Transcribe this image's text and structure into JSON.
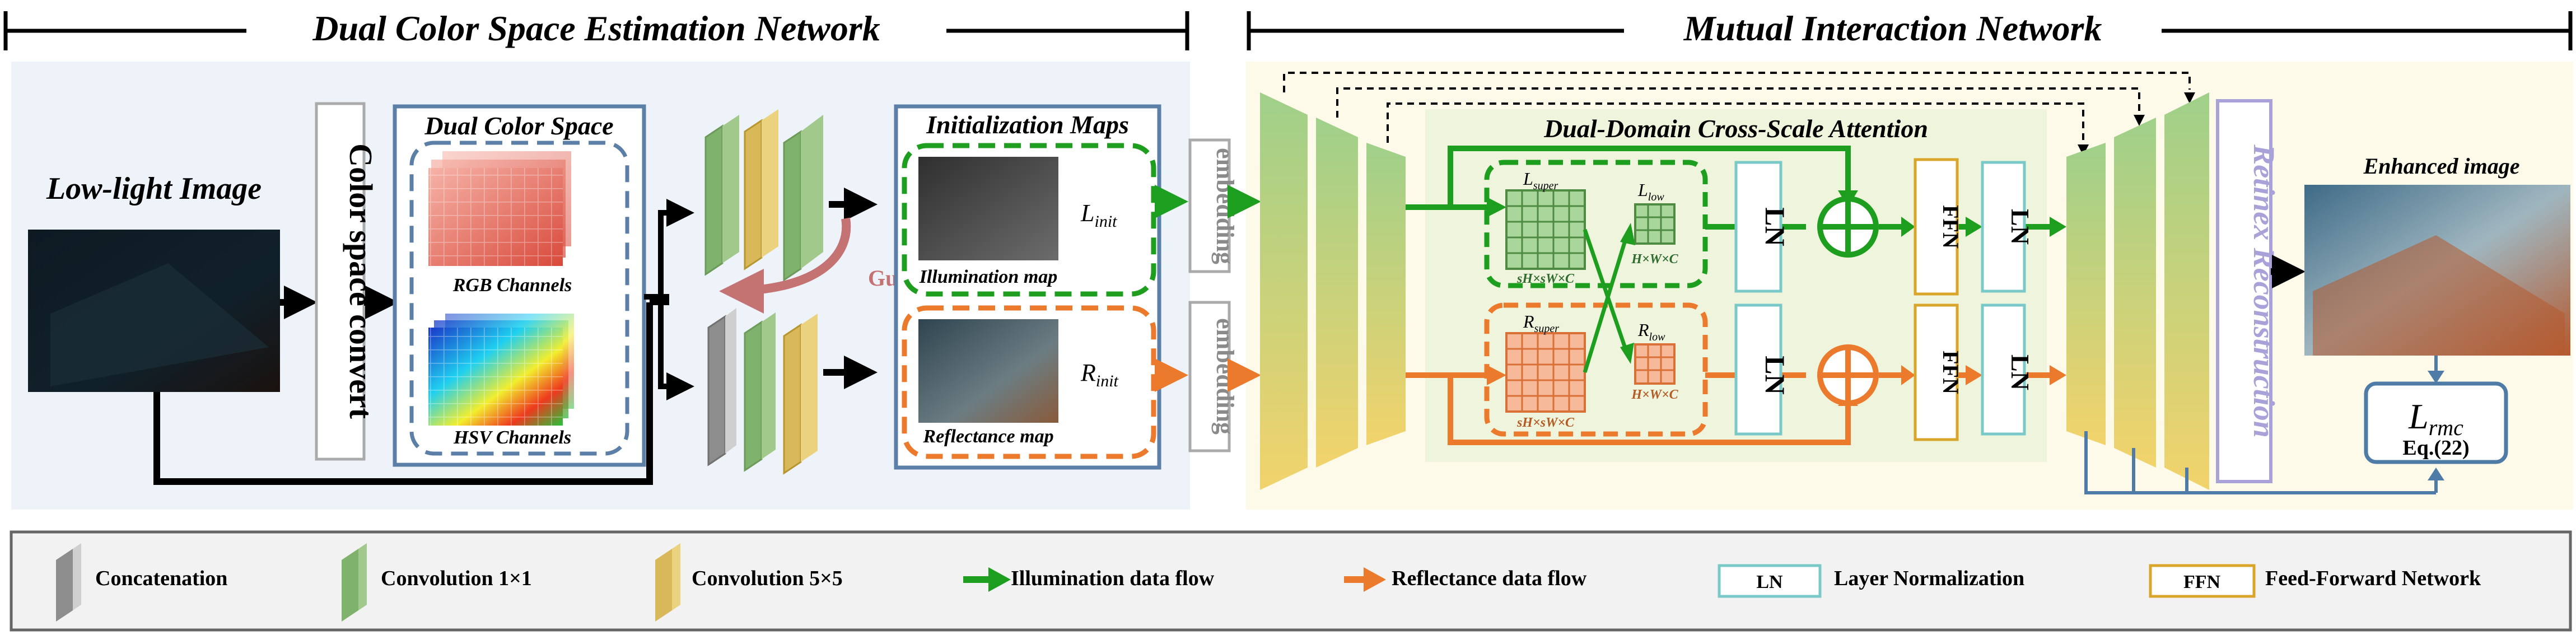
{
  "sections": {
    "left_title": "Dual Color Space Estimation Network",
    "right_title": "Mutual Interaction Network"
  },
  "input": {
    "label": "Low-light Image"
  },
  "color_convert": {
    "label": "Color space convert"
  },
  "dual_space": {
    "title": "Dual Color Space",
    "rgb_label": "RGB Channels",
    "hsv_label": "HSV Channels"
  },
  "guide_label": "Guide",
  "init_maps": {
    "title": "Initialization Maps",
    "illum_label": "Illumination map",
    "refl_label": "Reflectance map",
    "L_symbol": "L",
    "L_sub": "init",
    "R_symbol": "R",
    "R_sub": "init"
  },
  "embedding_label": "embedding",
  "attention": {
    "title": "Dual-Domain Cross-Scale Attention",
    "L_super_symbol": "L",
    "L_super_sub": "super",
    "L_low_symbol": "L",
    "L_low_sub": "low",
    "R_super_symbol": "R",
    "R_super_sub": "super",
    "R_low_symbol": "R",
    "R_low_sub": "low",
    "super_dim": "sH×sW×C",
    "low_dim": "H×W×C"
  },
  "blocks": {
    "ln": "LN",
    "ffn": "FFN"
  },
  "retinex": {
    "label": "Retinex Reconstruction"
  },
  "output": {
    "label": "Enhanced image"
  },
  "loss": {
    "symbol": "L",
    "sub": "rmc",
    "eq": "Eq.(22)"
  },
  "legend": [
    {
      "key": "concat",
      "text": "Concatenation"
    },
    {
      "key": "conv1",
      "text": "Convolution 1×1"
    },
    {
      "key": "conv5",
      "text": "Convolution 5×5"
    },
    {
      "key": "illum_flow",
      "text": "Illumination data flow"
    },
    {
      "key": "refl_flow",
      "text": "Reflectance data flow"
    },
    {
      "key": "ln",
      "text": "Layer Normalization",
      "badge": "LN"
    },
    {
      "key": "ffn",
      "text": "Feed-Forward Network",
      "badge": "FFN"
    }
  ],
  "colors": {
    "illumination": "#1e9e1e",
    "reflectance": "#ec7a2c",
    "frame_blue": "#5b7fa6",
    "left_bg": "#eef3f9",
    "right_bg": "#fdfaea",
    "attn_bg": "#eef5dc",
    "ln_border": "#79c9c9",
    "ffn_border": "#d9a52a",
    "retinex": "#a9a2d8",
    "loss_border": "#4f7ca6",
    "guide": "#c47272"
  }
}
